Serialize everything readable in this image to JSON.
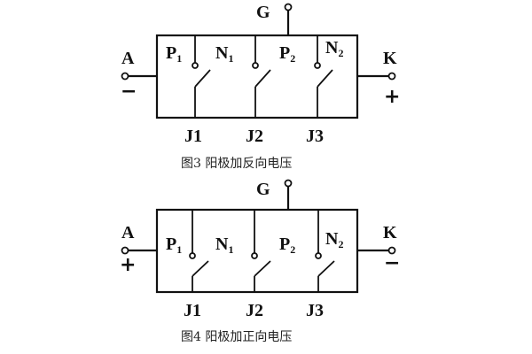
{
  "diagrams": [
    {
      "gate": "G",
      "anode": {
        "label": "A",
        "sign": "−"
      },
      "cathode": {
        "label": "K",
        "sign": "+"
      },
      "layers": [
        {
          "main": "P",
          "sub": "1"
        },
        {
          "main": "N",
          "sub": "1"
        },
        {
          "main": "P",
          "sub": "2"
        },
        {
          "main": "N",
          "sub": "2"
        }
      ],
      "junctions": [
        "J1",
        "J2",
        "J3"
      ],
      "caption": "图3 阳极加反向电压"
    },
    {
      "gate": "G",
      "anode": {
        "label": "A",
        "sign": "+"
      },
      "cathode": {
        "label": "K",
        "sign": "−"
      },
      "layers": [
        {
          "main": "P",
          "sub": "1"
        },
        {
          "main": "N",
          "sub": "1"
        },
        {
          "main": "P",
          "sub": "2"
        },
        {
          "main": "N",
          "sub": "2"
        }
      ],
      "junctions": [
        "J1",
        "J2",
        "J3"
      ],
      "caption": "图4 阳极加正向电压"
    }
  ]
}
